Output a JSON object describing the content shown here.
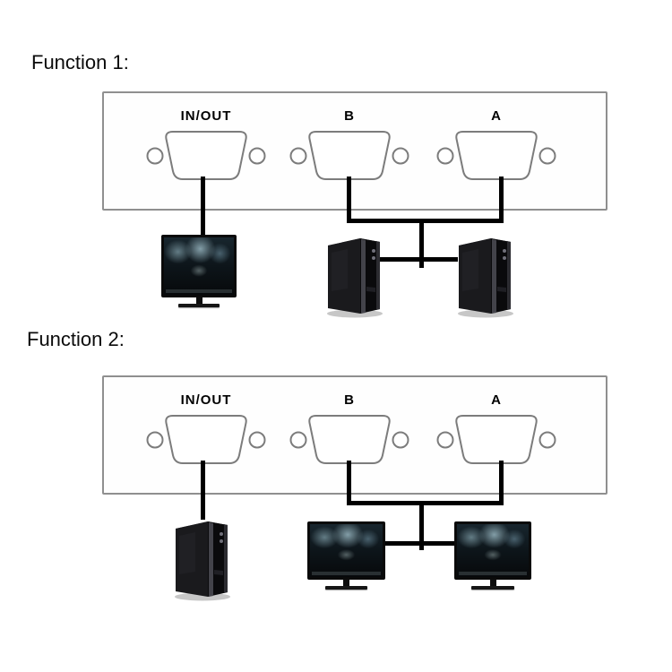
{
  "page": {
    "background": "#ffffff"
  },
  "colors": {
    "panel_border": "#8f8f8f",
    "port_outline": "#7c7c7c",
    "cable": "#000000",
    "device_body": "#141416",
    "screen_tint": "#3d5a64"
  },
  "function1": {
    "title": "Function 1:",
    "ports": [
      {
        "label": "IN/OUT"
      },
      {
        "label": "B"
      },
      {
        "label": "A"
      }
    ],
    "connections": [
      {
        "from": "IN/OUT",
        "to": "monitor"
      },
      {
        "from": "B",
        "to": "computer-1"
      },
      {
        "from": "A",
        "to": "computer-2"
      }
    ]
  },
  "function2": {
    "title": "Function 2:",
    "ports": [
      {
        "label": "IN/OUT"
      },
      {
        "label": "B"
      },
      {
        "label": "A"
      }
    ],
    "connections": [
      {
        "from": "IN/OUT",
        "to": "computer"
      },
      {
        "from": "B",
        "to": "monitor-1"
      },
      {
        "from": "A",
        "to": "monitor-2"
      }
    ]
  }
}
